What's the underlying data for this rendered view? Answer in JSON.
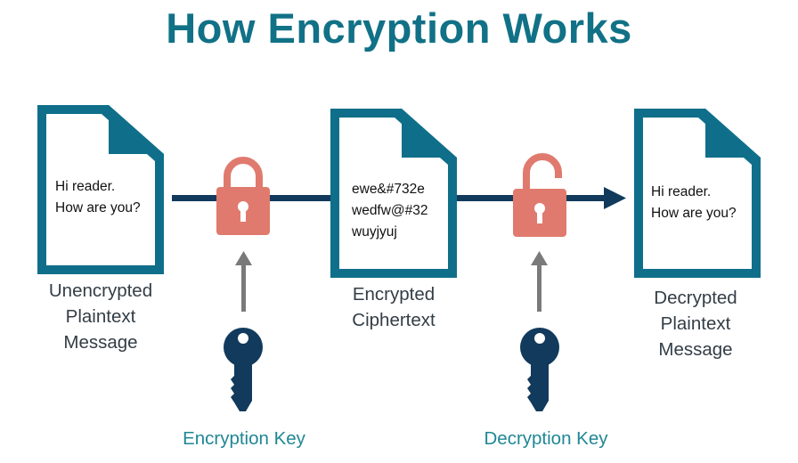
{
  "title": "How Encryption Works",
  "documents": [
    {
      "content": "Hi reader.\nHow are you?",
      "caption": "Unencrypted\nPlaintext\nMessage"
    },
    {
      "content": "ewe&#732e\nwedfw@#32\nwuyjyuj",
      "caption": "Encrypted\nCiphertext"
    },
    {
      "content": "Hi reader.\nHow are you?",
      "caption": "Decrypted\nPlaintext\nMessage"
    }
  ],
  "keys": {
    "encryption": "Encryption Key",
    "decryption": "Decryption Key"
  },
  "locks": {
    "first": "locked",
    "second": "unlocked"
  },
  "colors": {
    "title": "#117186",
    "document": "#0f6f8a",
    "arrow": "#113a5c",
    "lock": "#e07a6e",
    "key": "#113a5c",
    "up_arrow": "#7a7a7a",
    "key_caption": "#1f8794",
    "caption": "#333d46"
  },
  "icons": [
    "document-icon",
    "padlock-locked-icon",
    "padlock-open-icon",
    "key-icon",
    "arrow-up-icon",
    "arrow-right-icon"
  ]
}
